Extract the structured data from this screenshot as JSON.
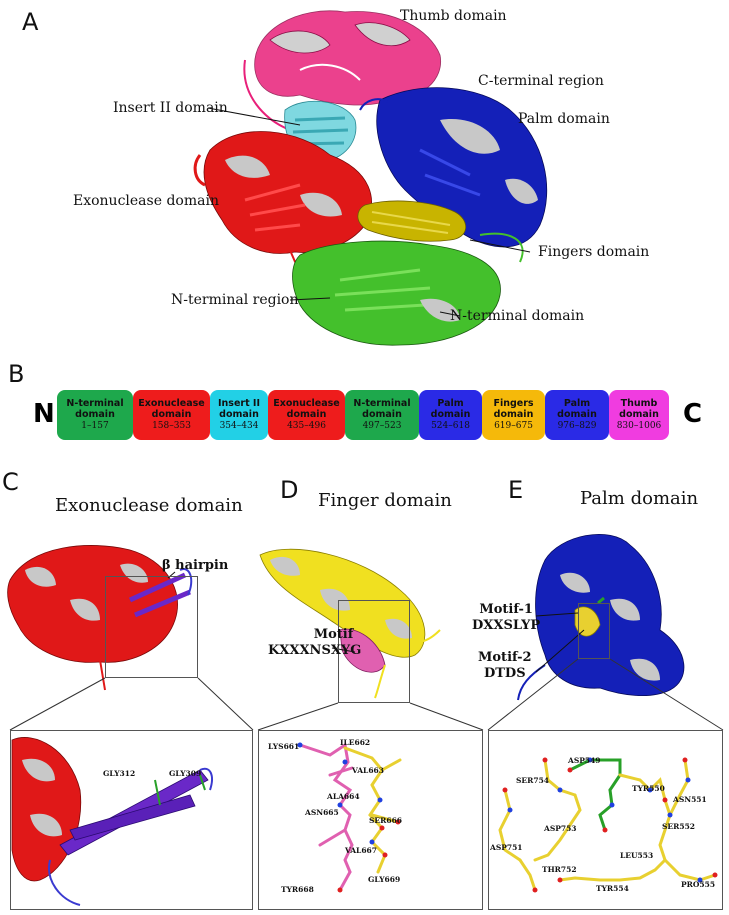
{
  "panels": {
    "a": {
      "letter": "A",
      "labels": {
        "thumb": "Thumb domain",
        "cterm": "C-terminal region",
        "insert": "Insert II domain",
        "palm": "Palm domain",
        "exo": "Exonuclease  domain",
        "fingers": "Fingers domain",
        "nregion": "N-terminal region",
        "ndomain": "N-terminal domain"
      }
    },
    "b": {
      "letter": "B",
      "n_terminus": "N",
      "c_terminus": "C",
      "domains": [
        {
          "name_line1": "N-terminal",
          "name_line2": "domain",
          "range": "1–157",
          "color": "#1ea84c"
        },
        {
          "name_line1": "Exonuclease",
          "name_line2": "domain",
          "range": "158–353",
          "color": "#ee1c1c"
        },
        {
          "name_line1": "Insert II",
          "name_line2": "domain",
          "range": "354–434",
          "color": "#22d0e6"
        },
        {
          "name_line1": "Exonuclease",
          "name_line2": "domain",
          "range": "435–496",
          "color": "#ee1c1c"
        },
        {
          "name_line1": "N-terminal",
          "name_line2": "domain",
          "range": "497–523",
          "color": "#1ea84c"
        },
        {
          "name_line1": "Palm",
          "name_line2": "domain",
          "range": "524–618",
          "color": "#2a2ae6"
        },
        {
          "name_line1": "Fingers",
          "name_line2": "domain",
          "range": "619–675",
          "color": "#f5b90a"
        },
        {
          "name_line1": "Palm",
          "name_line2": "domain",
          "range": "976–829",
          "color": "#2a2ae6"
        },
        {
          "name_line1": "Thumb",
          "name_line2": "domain",
          "range": "830–1006",
          "color": "#f03ce0"
        }
      ]
    },
    "c": {
      "letter": "C",
      "title": "Exonuclease domain",
      "hairpin": "β hairpin",
      "residues": {
        "gly312": "GLY312",
        "gly309": "GLY309"
      }
    },
    "d": {
      "letter": "D",
      "title": "Finger domain",
      "motif_line1": "Motif",
      "motif_line2": "KXXXNSXYG",
      "residues": {
        "lys661": "LYS661",
        "ile662": "ILE662",
        "val663": "VAL663",
        "ala664": "ALA664",
        "asn665": "ASN665",
        "ser666": "SER666",
        "val667": "VAL667",
        "tyr668": "TYR668",
        "gly669": "GLY669"
      }
    },
    "e": {
      "letter": "E",
      "title": "Palm domain",
      "motif1_line1": "Motif-1",
      "motif1_line2": "DXXSLYP",
      "motif2_line1": "Motif-2",
      "motif2_line2": "DTDS",
      "residues": {
        "asp549": "ASP549",
        "ser754": "SER754",
        "tyr550": "TYR550",
        "asn551": "ASN551",
        "asp753": "ASP753",
        "asp751": "ASP751",
        "ser552": "SER552",
        "thr752": "THR752",
        "leu553": "LEU553",
        "tyr554": "TYR554",
        "pro555": "PRO555"
      }
    }
  },
  "colors": {
    "thumb": "#e8207a",
    "insert": "#7fd8e0",
    "palm": "#1420b8",
    "exo": "#e01818",
    "fingers": "#c8b400",
    "nterm": "#44c02c",
    "helix_light": "#c8c8c8",
    "finger_yellow": "#f0e020",
    "motif_pink": "#e060b0",
    "hairpin_purple": "#6a28c8",
    "stick_yellow": "#e8d030",
    "stick_green": "#28a028"
  }
}
